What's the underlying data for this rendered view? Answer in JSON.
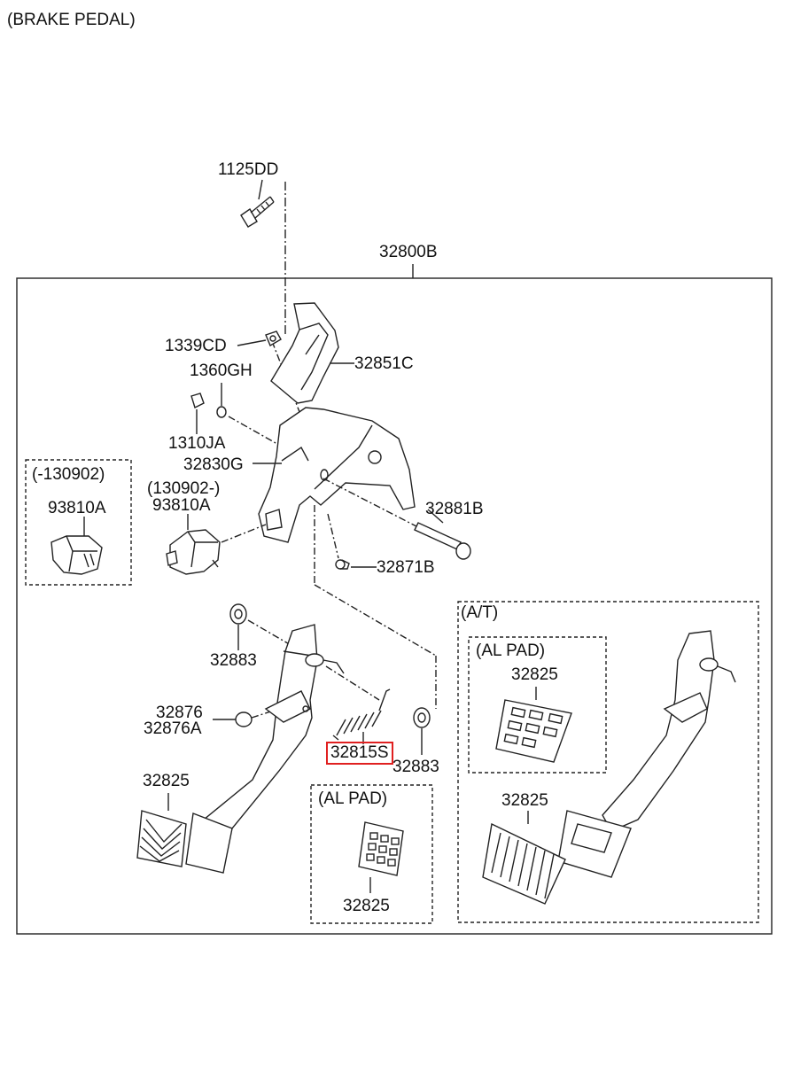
{
  "title": "(BRAKE PEDAL)",
  "parts": {
    "bolt_top": "1125DD",
    "assembly": "32800B",
    "nut_1339": "1339CD",
    "bracket_32851": "32851C",
    "washer_1360": "1360GH",
    "nut_1310": "1310JA",
    "member_32830": "32830G",
    "pin_32881": "32881B",
    "bolt_32871": "32871B",
    "switch_new_code": "(130902-)",
    "switch_new": "93810A",
    "switch_old_code": "(-130902)",
    "switch_old": "93810A",
    "bush_left": "32883",
    "bush_right": "32883",
    "stopper_1": "32876",
    "stopper_2": "32876A",
    "spring": "32815S",
    "pad_mt": "32825",
    "al_pad_mt_label": "(AL PAD)",
    "al_pad_mt_part": "32825",
    "at_label": "(A/T)",
    "al_pad_at_label": "(AL PAD)",
    "al_pad_at_part": "32825",
    "pad_at": "32825"
  },
  "highlight": "32815S",
  "colors": {
    "highlight": "#e02020",
    "line": "#222222"
  }
}
